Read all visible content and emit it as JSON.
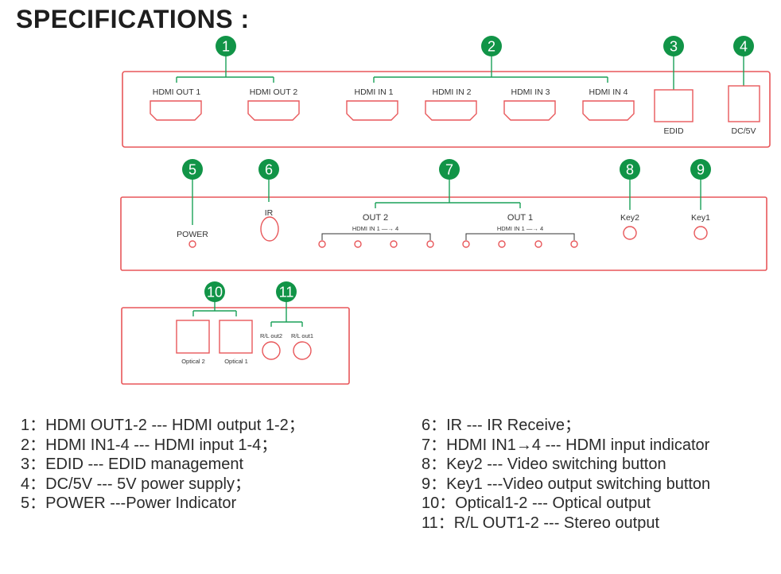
{
  "title": "SPECIFICATIONS :",
  "colors": {
    "panel_outline": "#e8575a",
    "callout_badge": "#119447",
    "callout_line": "#1aa158"
  },
  "panel_top": {
    "callouts": [
      "1",
      "2",
      "3",
      "4"
    ],
    "ports": [
      "HDMI OUT 1",
      "HDMI OUT 2",
      "HDMI IN 1",
      "HDMI IN 2",
      "HDMI IN 3",
      "HDMI IN 4",
      "EDID",
      "DC/5V"
    ]
  },
  "panel_front": {
    "callouts": [
      "5",
      "6",
      "7",
      "8",
      "9"
    ],
    "power_label": "POWER",
    "ir_label": "IR",
    "out2_label": "OUT 2",
    "out1_label": "OUT 1",
    "indicator_range_label": "HDMI IN 1 —→ 4",
    "key2_label": "Key2",
    "key1_label": "Key1"
  },
  "panel_audio": {
    "callouts": [
      "10",
      "11"
    ],
    "optical2_label": "Optical 2",
    "optical1_label": "Optical 1",
    "rl_out2_label": "R/L out2",
    "rl_out1_label": "R/L out1"
  },
  "legend_left": [
    {
      "num": "1：",
      "text": "HDMI OUT1-2 --- HDMI output 1-2；"
    },
    {
      "num": "2：",
      "text": "HDMI IN1-4 --- HDMI input 1-4；"
    },
    {
      "num": "3：",
      "text": "EDID --- EDID management"
    },
    {
      "num": "4：",
      "text": "DC/5V --- 5V power supply；"
    },
    {
      "num": "5：",
      "text": "POWER ---Power Indicator"
    }
  ],
  "legend_right": [
    {
      "num": "6：",
      "text": "IR --- IR Receive；"
    },
    {
      "num": "7：",
      "text": "HDMI IN1→4 --- HDMI input indicator"
    },
    {
      "num": "8：",
      "text": "Key2 --- Video switching button"
    },
    {
      "num": "9：",
      "text": "Key1 ---Video output switching button"
    },
    {
      "num": "10： ",
      "text": "Optical1-2 --- Optical output"
    },
    {
      "num": "11： ",
      "text": "R/L OUT1-2 --- Stereo output"
    }
  ]
}
